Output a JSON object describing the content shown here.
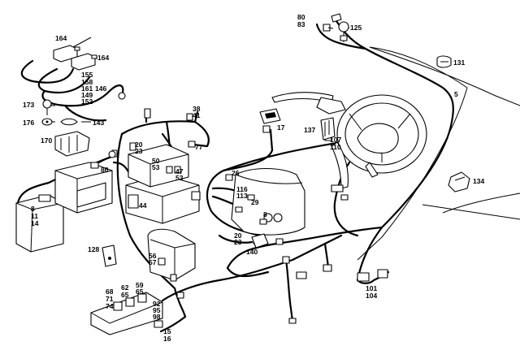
{
  "diagram": {
    "callouts": [
      {
        "id": "c164a",
        "lines": [
          "164"
        ]
      },
      {
        "id": "c164b",
        "lines": [
          "164"
        ]
      },
      {
        "id": "c155",
        "lines": [
          "155",
          "158"
        ]
      },
      {
        "id": "c161",
        "lines": [
          "161",
          "149",
          "152"
        ]
      },
      {
        "id": "c146",
        "lines": [
          "146"
        ]
      },
      {
        "id": "c173",
        "lines": [
          "173"
        ]
      },
      {
        "id": "c176",
        "lines": [
          "176"
        ]
      },
      {
        "id": "c143",
        "lines": [
          "143"
        ]
      },
      {
        "id": "c170",
        "lines": [
          "170"
        ]
      },
      {
        "id": "c86",
        "lines": [
          "86"
        ]
      },
      {
        "id": "c8a",
        "lines": [
          "8",
          "11",
          "14"
        ]
      },
      {
        "id": "c128",
        "lines": [
          "128"
        ]
      },
      {
        "id": "c44",
        "lines": [
          "44"
        ]
      },
      {
        "id": "c20a",
        "lines": [
          "20",
          "23"
        ]
      },
      {
        "id": "c38",
        "lines": [
          "38",
          "41"
        ]
      },
      {
        "id": "c77",
        "lines": [
          "77"
        ]
      },
      {
        "id": "c50",
        "lines": [
          "50",
          "53"
        ]
      },
      {
        "id": "c47",
        "lines": [
          "47",
          "53"
        ]
      },
      {
        "id": "c56",
        "lines": [
          "56",
          "57"
        ]
      },
      {
        "id": "c68",
        "lines": [
          "68",
          "71",
          "74"
        ]
      },
      {
        "id": "c62",
        "lines": [
          "62",
          "65"
        ]
      },
      {
        "id": "c59",
        "lines": [
          "59",
          "65"
        ]
      },
      {
        "id": "c92",
        "lines": [
          "92",
          "95",
          "98"
        ]
      },
      {
        "id": "c15",
        "lines": [
          "15",
          "16"
        ]
      },
      {
        "id": "c26",
        "lines": [
          "26"
        ]
      },
      {
        "id": "c116",
        "lines": [
          "116",
          "113"
        ]
      },
      {
        "id": "c29",
        "lines": [
          "29"
        ]
      },
      {
        "id": "c8b",
        "lines": [
          "8"
        ]
      },
      {
        "id": "c20b",
        "lines": [
          "20",
          "23"
        ]
      },
      {
        "id": "c140",
        "lines": [
          "140"
        ]
      },
      {
        "id": "c17",
        "lines": [
          "17"
        ]
      },
      {
        "id": "c137",
        "lines": [
          "137"
        ]
      },
      {
        "id": "c107",
        "lines": [
          "107",
          "110"
        ]
      },
      {
        "id": "c80",
        "lines": [
          "80",
          "83"
        ]
      },
      {
        "id": "c125",
        "lines": [
          "125"
        ]
      },
      {
        "id": "c131",
        "lines": [
          "131"
        ]
      },
      {
        "id": "c5",
        "lines": [
          "5"
        ]
      },
      {
        "id": "c134",
        "lines": [
          "134"
        ]
      },
      {
        "id": "c101",
        "lines": [
          "101",
          "104"
        ]
      }
    ]
  }
}
